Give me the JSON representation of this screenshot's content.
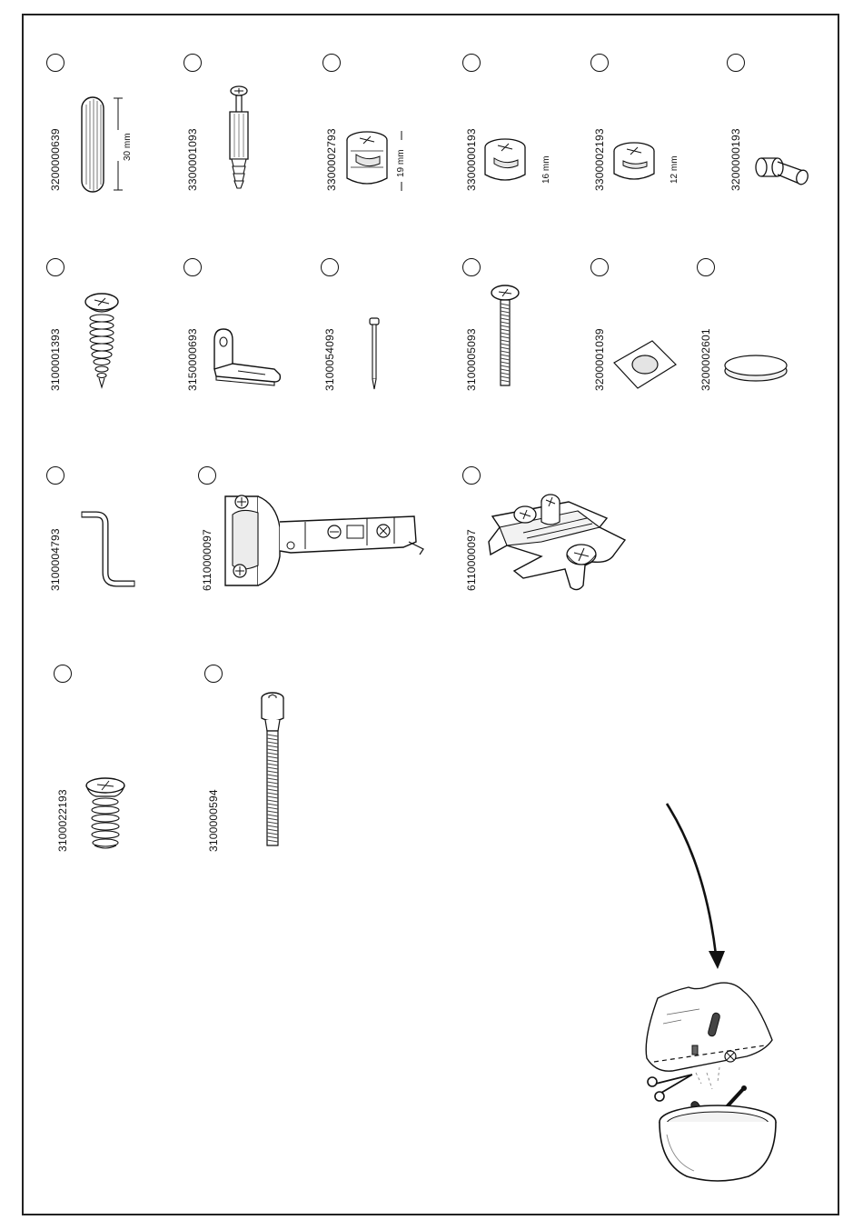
{
  "parts": [
    {
      "code": "3200000639",
      "dimension": "30 mm",
      "icon": "wooden-dowel-icon"
    },
    {
      "code": "3300001093",
      "icon": "connector-bolt-icon"
    },
    {
      "code": "3300002793",
      "dimension": "19 mm",
      "icon": "cam-lock-icon"
    },
    {
      "code": "3300000193",
      "dimension": "16 mm",
      "icon": "cam-lock-icon"
    },
    {
      "code": "3300002193",
      "dimension": "12 mm",
      "icon": "cam-lock-icon"
    },
    {
      "code": "3200000193",
      "icon": "shelf-pin-icon"
    },
    {
      "code": "3100001393",
      "icon": "wood-screw-icon"
    },
    {
      "code": "3150000693",
      "icon": "angle-bracket-icon"
    },
    {
      "code": "3100054093",
      "icon": "nail-icon"
    },
    {
      "code": "3100005093",
      "icon": "machine-bolt-icon"
    },
    {
      "code": "3200001039",
      "icon": "adhesive-pad-icon"
    },
    {
      "code": "3200002601",
      "icon": "felt-pad-icon"
    },
    {
      "code": "3100004793",
      "icon": "allen-key-icon"
    },
    {
      "code": "6110000097",
      "icon": "cabinet-hinge-icon"
    },
    {
      "code": "6110000097",
      "icon": "hinge-mounting-plate-icon"
    },
    {
      "code": "3100022193",
      "icon": "euro-screw-icon"
    },
    {
      "code": "3100000594",
      "icon": "long-connector-bolt-icon"
    }
  ],
  "instruction_icon": "open-bag-into-bowl-icon"
}
